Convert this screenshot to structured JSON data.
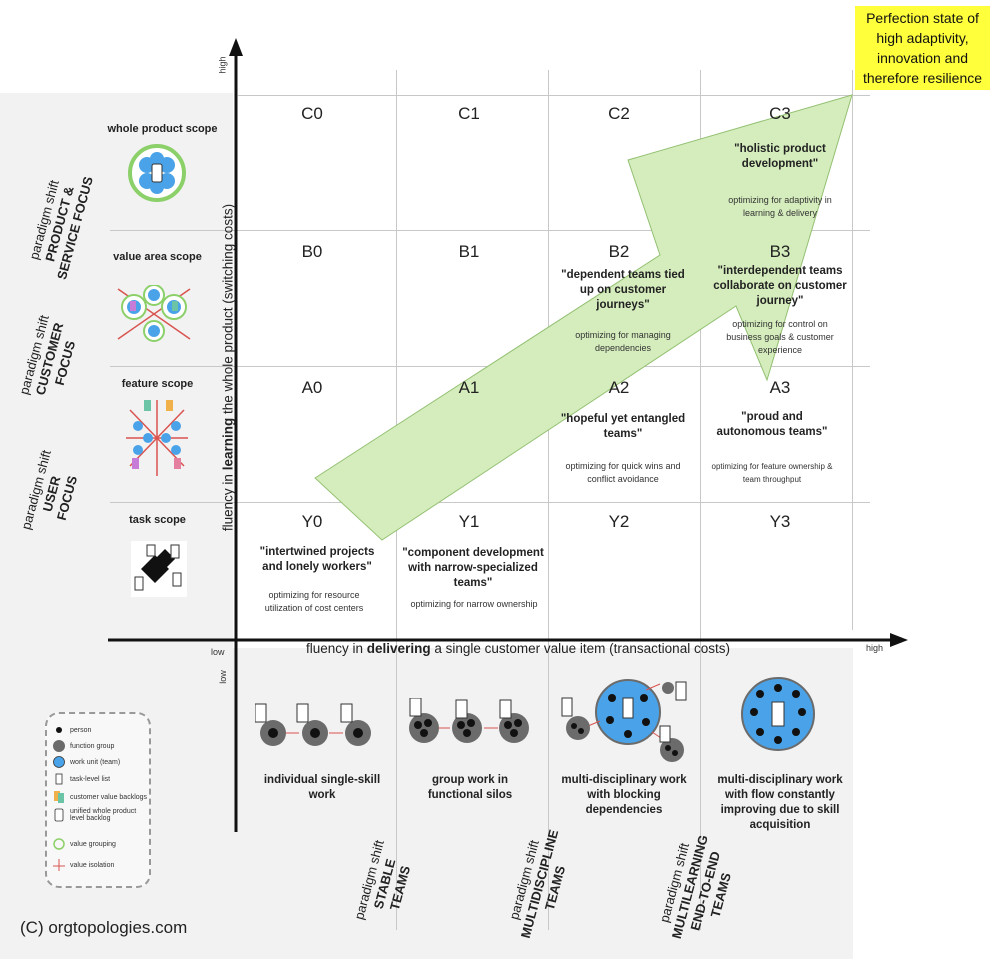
{
  "highlight": "Perfection state of high adaptivity, innovation and therefore resilience",
  "axes": {
    "y_label_pre": "fluency in ",
    "y_label_bold": "learning",
    "y_label_post": " the whole product  (switching costs)",
    "x_label_pre": "fluency in ",
    "x_label_bold": "delivering",
    "x_label_post": " a single customer value item (transactional costs)",
    "y_high": "high",
    "y_low": "low",
    "x_low": "low",
    "x_high": "high"
  },
  "scopes": [
    {
      "label": "whole product scope"
    },
    {
      "label": "value area scope"
    },
    {
      "label": "feature scope"
    },
    {
      "label": "task scope"
    }
  ],
  "left_shifts": [
    {
      "pre": "paradigm shift",
      "line1": "PRODUCT &",
      "line2": "SERVICE FOCUS"
    },
    {
      "pre": "paradigm shift",
      "line1": "CUSTOMER",
      "line2": "FOCUS"
    },
    {
      "pre": "paradigm shift",
      "line1": "USER",
      "line2": "FOCUS"
    }
  ],
  "cells": {
    "C0": {
      "code": "C0"
    },
    "C1": {
      "code": "C1"
    },
    "C2": {
      "code": "C2"
    },
    "C3": {
      "code": "C3",
      "title": "\"holistic product development\"",
      "opt": "optimizing for adaptivity in learning & delivery"
    },
    "B0": {
      "code": "B0"
    },
    "B1": {
      "code": "B1"
    },
    "B2": {
      "code": "B2",
      "title": "\"dependent teams tied up on customer journeys\"",
      "opt": "optimizing for managing dependencies"
    },
    "B3": {
      "code": "B3",
      "title": "\"interdependent teams collaborate on customer journey\"",
      "opt": "optimizing for control on business goals & customer experience"
    },
    "A0": {
      "code": "A0"
    },
    "A1": {
      "code": "A1"
    },
    "A2": {
      "code": "A2",
      "title": "\"hopeful yet entangled teams\"",
      "opt": "optimizing for quick wins and conflict avoidance"
    },
    "A3": {
      "code": "A3",
      "title": "\"proud and autonomous teams\"",
      "opt": "optimizing for feature ownership & team throughput"
    },
    "Y0": {
      "code": "Y0",
      "title": "\"intertwined projects and lonely workers\"",
      "opt": "optimizing for resource utilization of cost centers"
    },
    "Y1": {
      "code": "Y1",
      "title": "\"component development with narrow-specialized teams\"",
      "opt": "optimizing for narrow  ownership"
    },
    "Y2": {
      "code": "Y2"
    },
    "Y3": {
      "code": "Y3"
    }
  },
  "bottom_labels": [
    {
      "text": "individual single-skill work"
    },
    {
      "text": "group work in functional silos"
    },
    {
      "text": "multi-disciplinary work with blocking dependencies"
    },
    {
      "text": "multi-disciplinary work with flow constantly improving due to skill acquisition"
    }
  ],
  "bottom_shifts": [
    {
      "pre": "paradigm shift",
      "line1": "STABLE",
      "line2": "TEAMS"
    },
    {
      "pre": "paradigm shift",
      "line1": "MULTIDISCIPLINE",
      "line2": "TEAMS"
    },
    {
      "pre": "paradigm shift",
      "line1": "MULTILEARNING",
      "line2": "END-TO-END",
      "line3": "TEAMS"
    }
  ],
  "legend": [
    {
      "icon": "person-icon",
      "label": "person"
    },
    {
      "icon": "function-group-icon",
      "label": "function group"
    },
    {
      "icon": "work-unit-icon",
      "label": "work unit (team)"
    },
    {
      "icon": "task-list-icon",
      "label": "task-level list"
    },
    {
      "icon": "customer-backlog-icon",
      "label": "customer value backlogs"
    },
    {
      "icon": "product-backlog-icon",
      "label": "unified whole product level backlog"
    },
    {
      "icon": "value-grouping-icon",
      "label": "value grouping"
    },
    {
      "icon": "value-isolation-icon",
      "label": "value isolation"
    }
  ],
  "credit": "(C) orgtopologies.com",
  "colors": {
    "arrow_fill": "#d5edbd",
    "arrow_stroke": "#93c072",
    "team_blue": "#4aa3e8",
    "group_gray": "#6b6b6b",
    "grouping_green": "#8cd06a",
    "highlight": "#ffff3b"
  }
}
